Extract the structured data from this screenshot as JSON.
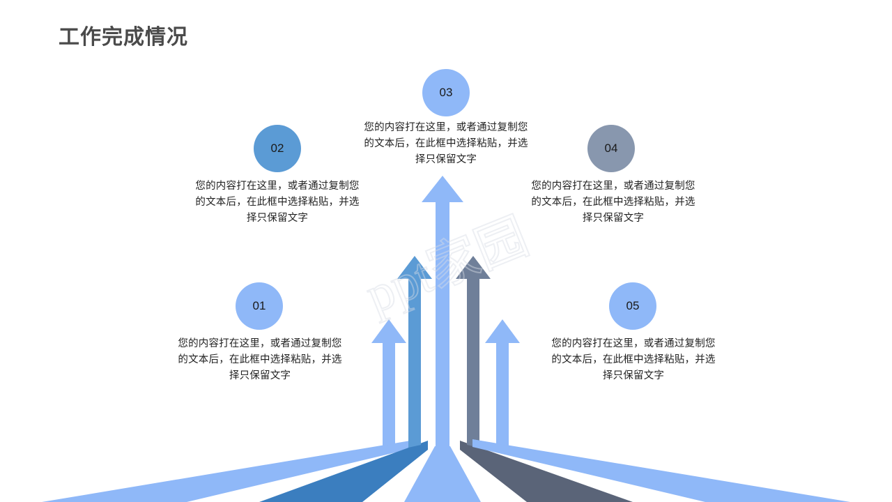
{
  "slide": {
    "title": "工作完成情况",
    "background_color": "#ffffff",
    "title_color": "#4a4a4a"
  },
  "watermark": {
    "text": "ppt家园"
  },
  "palette": {
    "light_blue": "#8fb8f8",
    "medium_blue": "#5b9bd5",
    "deep_blue": "#3b7ebf",
    "gray_blue": "#7c8aa3",
    "slate": "#5a6478",
    "text": "#222222"
  },
  "nodes": [
    {
      "id": "01",
      "number": "01",
      "color": "#8fb8f8",
      "body": "您的内容打在这里，或者通过复制您的文本后，在此框中选择粘贴，并选择只保留文字"
    },
    {
      "id": "02",
      "number": "02",
      "color": "#5b9bd5",
      "body": "您的内容打在这里，或者通过复制您的文本后，在此框中选择粘贴，并选择只保留文字"
    },
    {
      "id": "03",
      "number": "03",
      "color": "#8fb8f8",
      "body": "您的内容打在这里，或者通过复制您的文本后，在此框中选择粘贴，并选择只保留文字"
    },
    {
      "id": "04",
      "number": "04",
      "color": "#8897ae",
      "body": "您的内容打在这里，或者通过复制您的文本后，在此框中选择粘贴，并选择只保留文字"
    },
    {
      "id": "05",
      "number": "05",
      "color": "#8fb8f8",
      "body": "您的内容打在这里，或者通过复制您的文本后，在此框中选择粘贴，并选择只保留文字"
    }
  ]
}
